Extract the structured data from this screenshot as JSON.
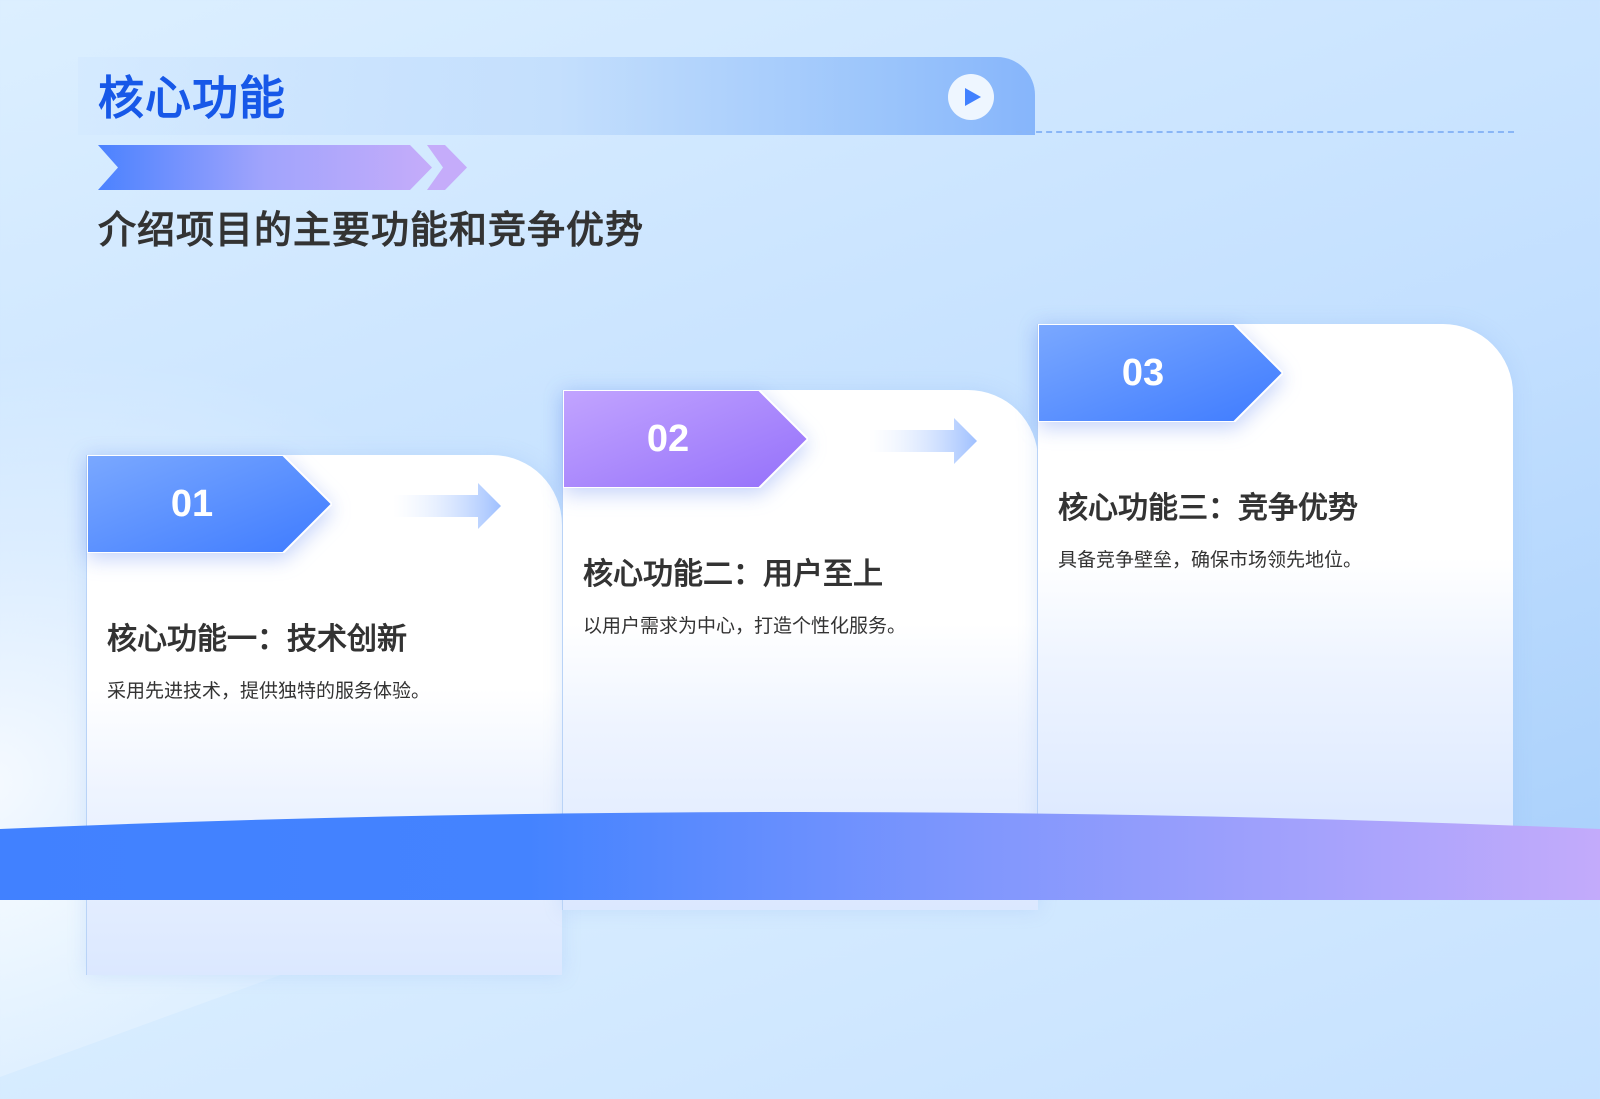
{
  "header": {
    "title": "核心功能",
    "subtitle": "介绍项目的主要功能和竞争优势",
    "play_icon": "play-icon"
  },
  "colors": {
    "title_blue": "#1758e8",
    "accent_blue": "#4181ff",
    "accent_purple": "#a47bfb",
    "text_dark": "#333333"
  },
  "cards": [
    {
      "number": "01",
      "title": "核心功能一：技术创新",
      "description": "采用先进技术，提供独特的服务体验。",
      "badge_color": "blue",
      "has_arrow": true
    },
    {
      "number": "02",
      "title": "核心功能二：用户至上",
      "description": "以用户需求为中心，打造个性化服务。",
      "badge_color": "purple",
      "has_arrow": true
    },
    {
      "number": "03",
      "title": "核心功能三：竞争优势",
      "description": "具备竞争壁垒，确保市场领先地位。",
      "badge_color": "blue",
      "has_arrow": false
    }
  ]
}
